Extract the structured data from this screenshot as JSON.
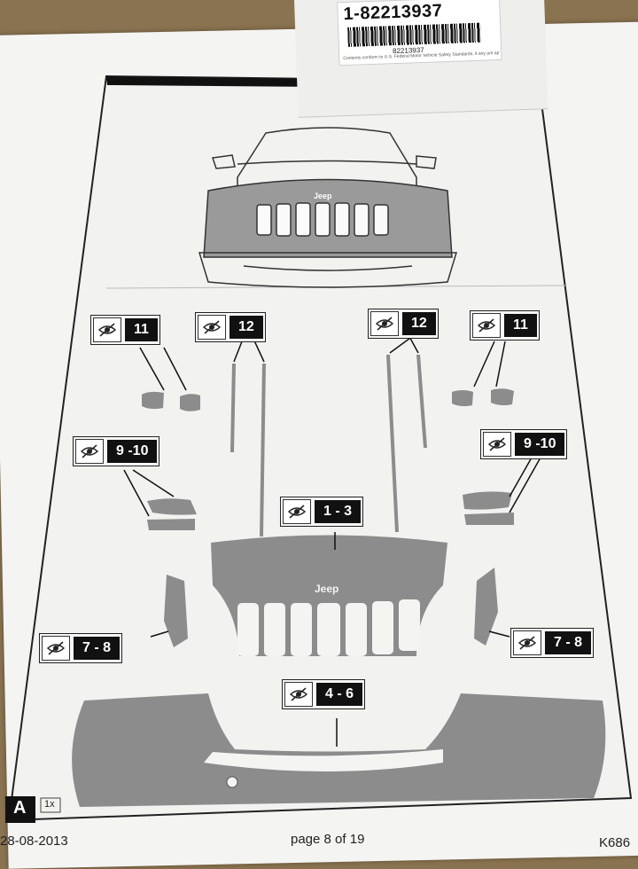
{
  "package": {
    "part_number": "1-82213937",
    "barcode_number": "82213937",
    "fine_print": "Contents conform to U.S. Federal Motor Vehicle Safety Standards, if any are applicable"
  },
  "diagram": {
    "brand_badge": "Jeep",
    "callouts": [
      {
        "id": "rear-left-11",
        "label": "11"
      },
      {
        "id": "left-12",
        "label": "12"
      },
      {
        "id": "right-12",
        "label": "12"
      },
      {
        "id": "right-11",
        "label": "11"
      },
      {
        "id": "left-9-10",
        "label": "9 -10"
      },
      {
        "id": "right-9-10",
        "label": "9 -10"
      },
      {
        "id": "hood-1-3",
        "label": "1 - 3"
      },
      {
        "id": "left-7-8",
        "label": "7 - 8"
      },
      {
        "id": "right-7-8",
        "label": "7 - 8"
      },
      {
        "id": "bumper-4-6",
        "label": "4 - 6"
      }
    ],
    "section_marker": "A",
    "scale": "1x"
  },
  "footer": {
    "date": "28-08-2013",
    "page": "page 8 of 19",
    "code": "K686"
  },
  "colors": {
    "part_fill": "#8c8c8c",
    "label_bg": "#111111",
    "paper": "#f4f4f2"
  }
}
